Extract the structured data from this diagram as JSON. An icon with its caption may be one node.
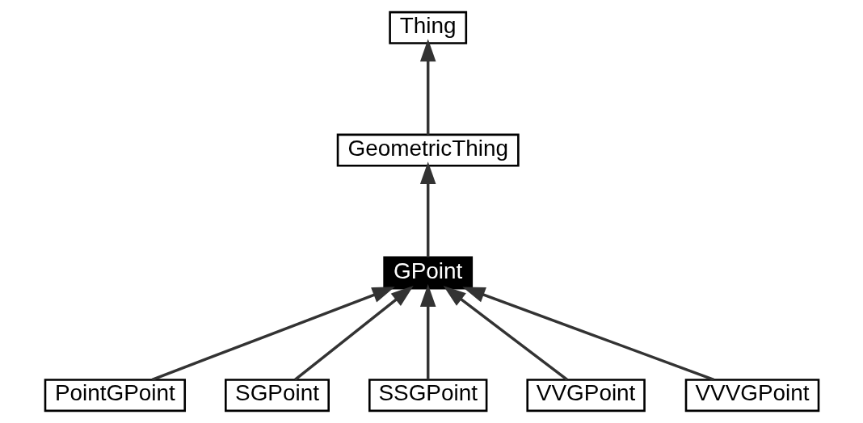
{
  "diagram": {
    "nodes": [
      {
        "text": [
          "Thing"
        ]
      },
      {
        "text": [
          "GeometricThing"
        ]
      },
      {
        "text": [
          "GPoint"
        ]
      },
      {
        "text": [
          "PointGPoint"
        ]
      },
      {
        "text": [
          "SGPoint"
        ]
      },
      {
        "text": [
          "SSGPoint"
        ]
      },
      {
        "text": [
          "VVGPoint"
        ]
      },
      {
        "text": [
          "VVVGPoint"
        ]
      }
    ],
    "edges": [
      {
        "from": 1,
        "to": 0,
        "arrow": "to"
      },
      {
        "from": 2,
        "to": 1,
        "arrow": "to"
      },
      {
        "from": 3,
        "to": 2,
        "arrow": "to"
      },
      {
        "from": 4,
        "to": 2,
        "arrow": "to"
      },
      {
        "from": 5,
        "to": 2,
        "arrow": "to"
      },
      {
        "from": 6,
        "to": 2,
        "arrow": "to"
      },
      {
        "from": 7,
        "to": 2,
        "arrow": "to"
      }
    ]
  }
}
